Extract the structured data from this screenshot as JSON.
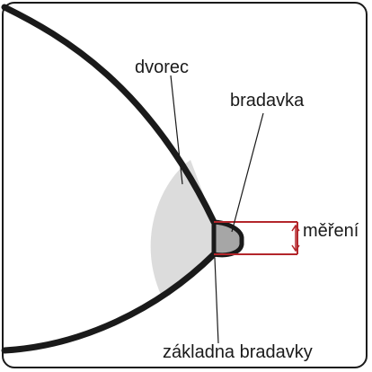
{
  "labels": {
    "areola": "dvorec",
    "nipple": "bradavka",
    "measurement": "měření",
    "nipple_base": "základna bradavky"
  },
  "colors": {
    "outline": "#1a1a1a",
    "areola_fill": "#dcdcdc",
    "nipple_fill": "#a6a6a6",
    "measure_lines": "#b3262b",
    "leader_lines": "#1a1a1a"
  }
}
